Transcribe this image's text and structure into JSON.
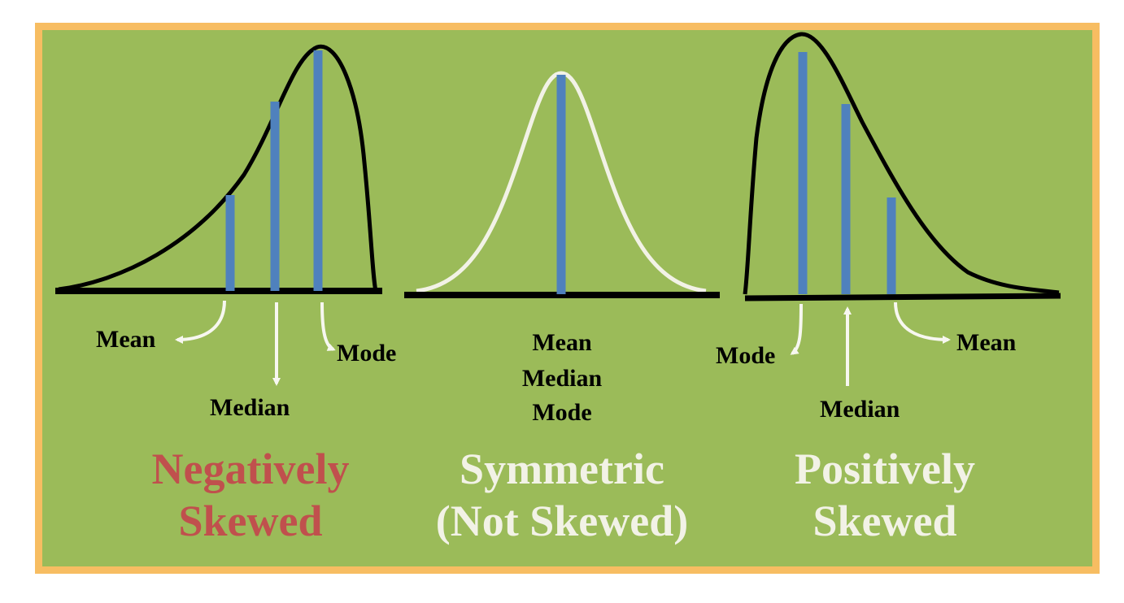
{
  "colors": {
    "frame_border": "#f7bd62",
    "background": "#9bbb59",
    "bar": "#4f81bd",
    "curve_dark": "#000000",
    "curve_light": "#f2f2e6",
    "title_negative": "#c0504d",
    "title_light": "#f2f2e6",
    "arrow": "#f7f7f0"
  },
  "panels": {
    "negative": {
      "labels": {
        "mean": "Mean",
        "median": "Median",
        "mode": "Mode"
      },
      "title": {
        "line1": "Negatively",
        "line2": "Skewed"
      }
    },
    "symmetric": {
      "labels": {
        "line1": "Mean",
        "line2": "Median",
        "line3": "Mode"
      },
      "title": {
        "line1": "Symmetric",
        "line2": "(Not Skewed)"
      }
    },
    "positive": {
      "labels": {
        "mode": "Mode",
        "median": "Median",
        "mean": "Mean"
      },
      "title": {
        "line1": "Positively",
        "line2": "Skewed"
      }
    }
  }
}
